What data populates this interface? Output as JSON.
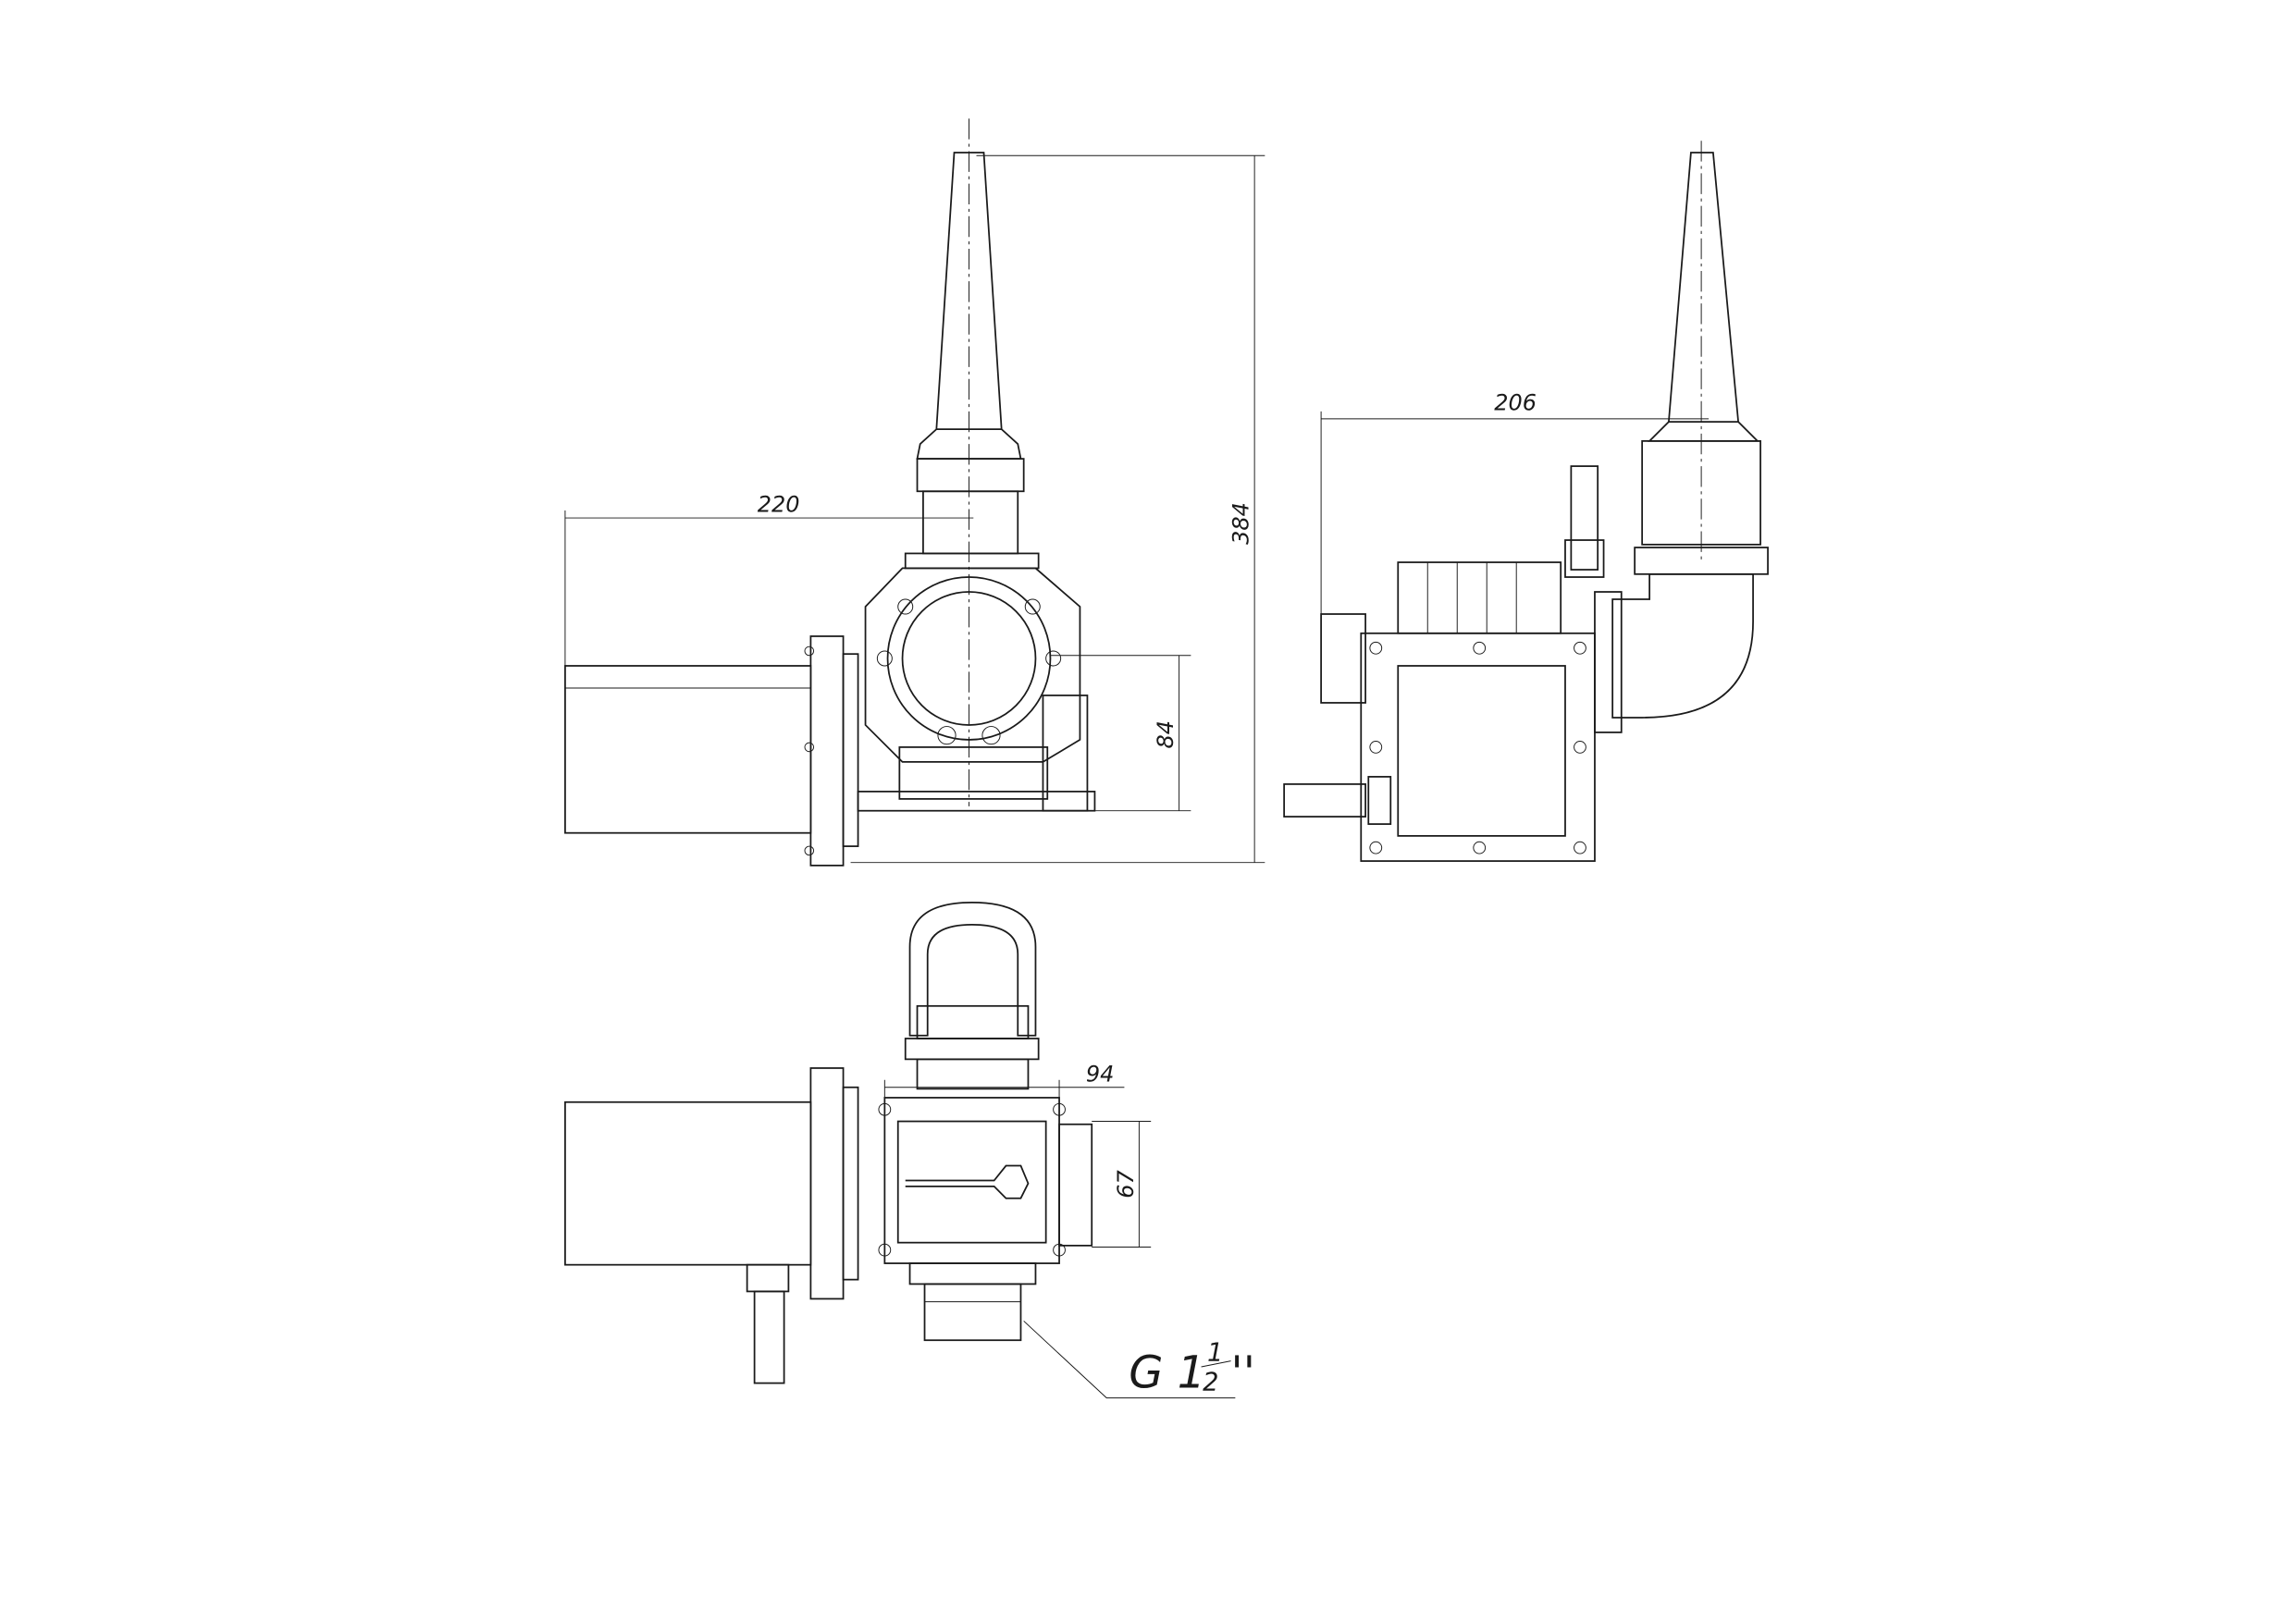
{
  "dimensions": {
    "front_width": "220",
    "overall_height": "384",
    "front_axis_height": "84",
    "side_width": "206",
    "top_width": "94",
    "top_height": "67"
  },
  "thread_label": {
    "prefix": "G 1",
    "numerator": "1",
    "denominator": "2",
    "suffix": "''"
  }
}
